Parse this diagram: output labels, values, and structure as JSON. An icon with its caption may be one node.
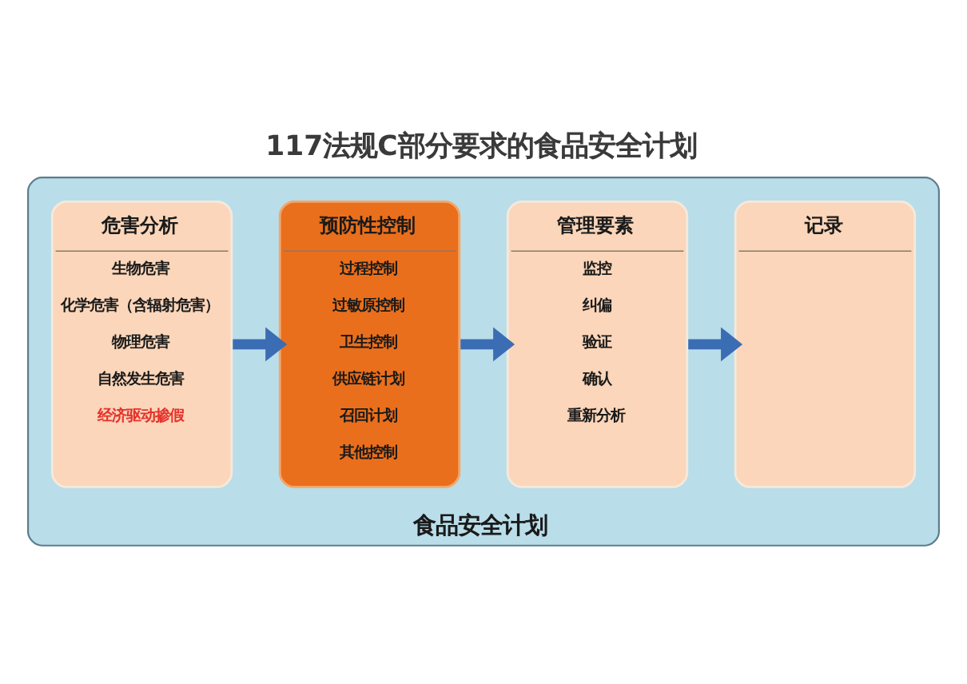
{
  "diagram": {
    "title": "117法规C部分要求的食品安全计划",
    "nodes": [
      {
        "text": [
          "食品安全计划"
        ]
      },
      {
        "text": [
          "危害分析",
          "生物危害",
          "化学危害（含辐射危害）",
          "物理危害",
          "自然发生危害",
          "经济驱动掺假"
        ],
        "in": 0
      },
      {
        "text": [
          "预防性控制",
          "过程控制",
          "过敏原控制",
          "卫生控制",
          "供应链计划",
          "召回计划",
          "其他控制"
        ],
        "in": 0
      },
      {
        "text": [
          "管理要素",
          "监控",
          "纠偏",
          "验证",
          "确认",
          "重新分析"
        ],
        "in": 0
      },
      {
        "text": [
          "记录"
        ],
        "in": 0
      }
    ],
    "edges": [
      {
        "from": 1,
        "to": 2,
        "arrow": "to"
      },
      {
        "from": 2,
        "to": 3,
        "arrow": "to"
      },
      {
        "from": 3,
        "to": 4,
        "arrow": "to"
      }
    ]
  }
}
